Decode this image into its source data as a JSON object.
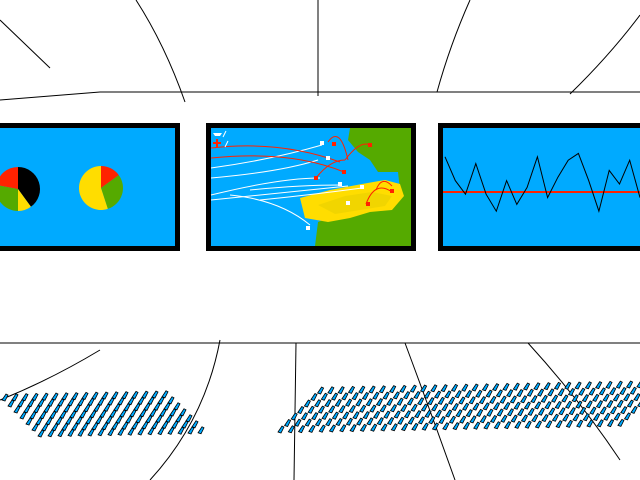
{
  "scene": {
    "background": "#ffffff",
    "line_color": "#000000",
    "screen_color": "#00aaff",
    "frame_color": "#000000"
  },
  "left_screen": {
    "content": "pie-charts",
    "pies": [
      {
        "slices": [
          {
            "color": "#000000",
            "fraction": 0.4
          },
          {
            "color": "#ffdd00",
            "fraction": 0.1
          },
          {
            "color": "#55aa00",
            "fraction": 0.28
          },
          {
            "color": "#ff2200",
            "fraction": 0.22
          }
        ]
      },
      {
        "slices": [
          {
            "color": "#ff2200",
            "fraction": 0.15
          },
          {
            "color": "#55aa00",
            "fraction": 0.3
          },
          {
            "color": "#ffdd00",
            "fraction": 0.55
          }
        ]
      }
    ]
  },
  "center_screen": {
    "content": "strategic-map",
    "land_color": "#55aa00",
    "coast_color": "#ffdd00",
    "route_colors": [
      "#ffffff",
      "#ff2200"
    ]
  },
  "right_screen": {
    "content": "line-graph",
    "baseline_color": "#ff2200",
    "line_color": "#000000",
    "values": [
      0.9,
      0.55,
      0.35,
      0.8,
      0.35,
      0.1,
      0.55,
      0.2,
      0.45,
      0.9,
      0.3,
      0.6,
      0.85,
      0.95,
      0.55,
      0.1,
      0.7,
      0.5,
      0.85,
      0.3
    ]
  },
  "crowd": {
    "figure_color": "#00aaff",
    "outline_color": "#000000"
  }
}
